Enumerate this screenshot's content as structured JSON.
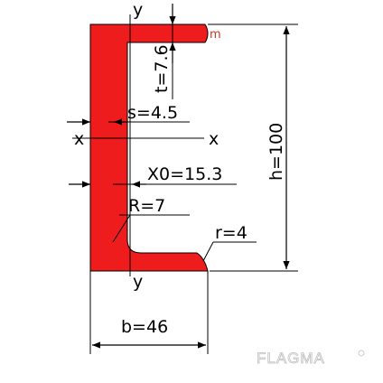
{
  "profile_color": "#ee1c1c",
  "labels": {
    "axis_y_top": "y",
    "axis_y_bottom": "y",
    "axis_x_left": "x",
    "axis_x_right": "x",
    "flange_thickness": "t=7.6",
    "web_thickness": "s=4.5",
    "centroid_offset": "X0=15.3",
    "inner_radius": "R=7",
    "flange_tip_radius": "r=4",
    "height": "h=100",
    "width": "b=46",
    "red_fragment": "m"
  },
  "watermark": {
    "text": "FLAGMA",
    "color": "#c8c8c8"
  }
}
